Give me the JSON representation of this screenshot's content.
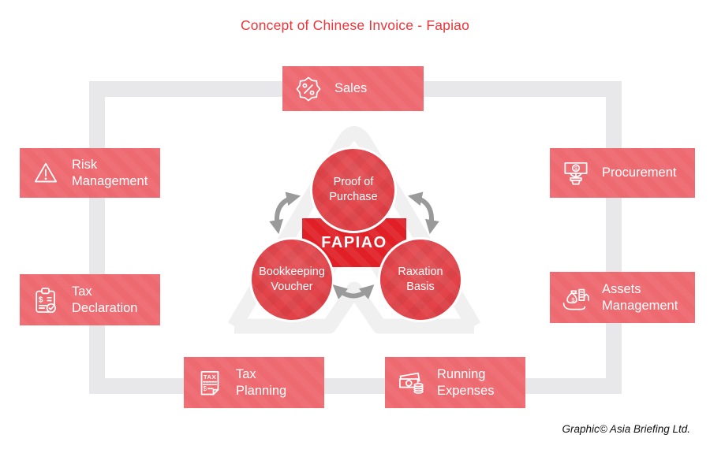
{
  "title": "Concept of Chinese Invoice - Fapiao",
  "credit": "Graphic© Asia Briefing Ltd.",
  "fapiao": {
    "label": "FAPIAO"
  },
  "circles": [
    {
      "name": "proof-of-purchase",
      "line1": "Proof of",
      "line2": "Purchase"
    },
    {
      "name": "bookkeeping-voucher",
      "line1": "Bookkeeping",
      "line2": "Voucher"
    },
    {
      "name": "taxation-basis",
      "line1": "Raxation",
      "line2": "Basis"
    }
  ],
  "boxes": [
    {
      "name": "sales",
      "icon": "percent-seal-icon",
      "line1": "Sales",
      "line2": ""
    },
    {
      "name": "risk-management",
      "icon": "warning-triangle-icon",
      "line1": "Risk",
      "line2": "Management"
    },
    {
      "name": "procurement",
      "icon": "money-plant-icon",
      "line1": "Procurement",
      "line2": ""
    },
    {
      "name": "tax-declaration",
      "icon": "tax-clipboard-icon",
      "line1": "Tax",
      "line2": "Declaration"
    },
    {
      "name": "assets-management",
      "icon": "hand-assets-icon",
      "line1": "Assets",
      "line2": "Management"
    },
    {
      "name": "tax-planning",
      "icon": "tax-document-icon",
      "line1": "Tax",
      "line2": "Planning"
    },
    {
      "name": "running-expenses",
      "icon": "cash-coins-icon",
      "line1": "Running",
      "line2": "Expenses"
    }
  ],
  "colors": {
    "box_salmon": "#ee6a71",
    "circle_red": "#e24147",
    "fapiao_red": "#e01f26",
    "title_red": "#ea353a",
    "frame_gray": "#e8e8ea",
    "watermark_gray": "#f0f0f1",
    "arrow_gray": "#9a9a9a"
  }
}
